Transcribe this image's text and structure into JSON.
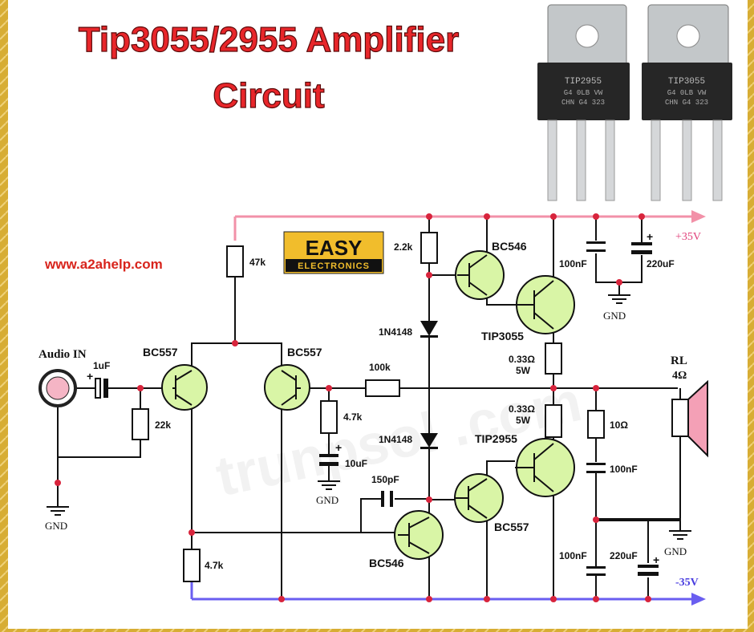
{
  "title": {
    "line1": "Tip3055/2955 Amplifier",
    "line2": "Circuit"
  },
  "website": "www.a2ahelp.com",
  "logo": {
    "top": "EASY",
    "bottom": "ELECTRONICS"
  },
  "watermark": "trunpsol .com",
  "photos": [
    {
      "marking": [
        "TIP2955",
        "G4 0LB VW",
        "CHN G4 323"
      ]
    },
    {
      "marking": [
        "TIP3055",
        "G4 0LB VW",
        "CHN G4 323"
      ]
    }
  ],
  "labels": {
    "audio_in": "Audio IN",
    "c_in": "1uF",
    "r_in": "22k",
    "q1": "BC557",
    "q2": "BC557",
    "r_47k": "47k",
    "r_100k": "100k",
    "r_4k7_fb": "4.7k",
    "c_10uf": "10uF",
    "gnd": "GND",
    "r_4k7_bottom": "4.7k",
    "r_2k2": "2.2k",
    "d1": "1N4148",
    "d2": "1N4148",
    "c_150pf": "150pF",
    "q_vas": "BC546",
    "q_drv_top": "BC546",
    "q_drv_bot": "BC557",
    "q_out_top": "TIP3055",
    "q_out_bot": "TIP2955",
    "r_e1_val": "0.33Ω",
    "r_e1_pwr": "5W",
    "r_e2_val": "0.33Ω",
    "r_e2_pwr": "5W",
    "r_zobel": "10Ω",
    "c_zobel": "100nF",
    "c_top_100nf": "100nF",
    "c_top_220uf": "220uF",
    "c_bot_100nf": "100nF",
    "c_bot_220uf": "220uF",
    "rl": "RL",
    "rl_val": "4Ω",
    "plus_rail": "+35V",
    "minus_rail": "-35V",
    "plus": "+"
  },
  "colors": {
    "border": "#d9b33a",
    "title": "#e8262a",
    "website": "#d8241c",
    "rail_pos": "#f291a8",
    "rail_neg": "#6a5ef0",
    "transistor": "#d9f5a6",
    "speaker": "#f4a0b6",
    "jack": "#f5b5c5"
  }
}
